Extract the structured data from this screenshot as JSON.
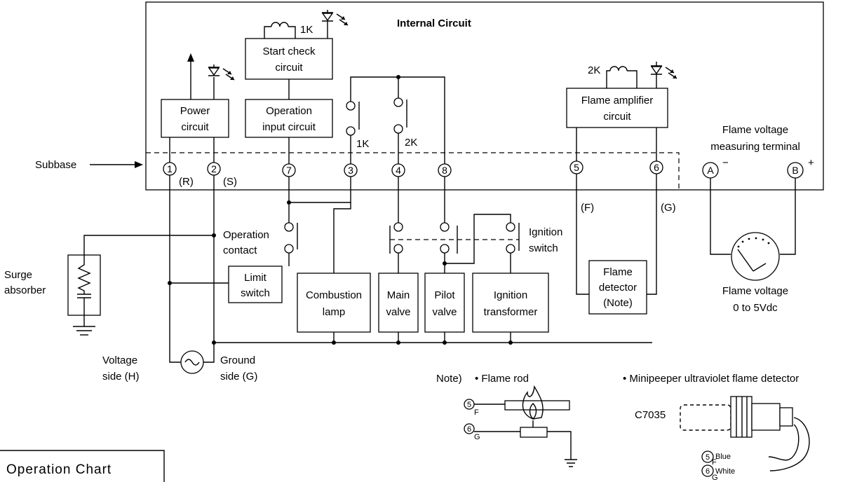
{
  "title": "Internal Circuit",
  "subbase_label": "Subbase",
  "blocks": {
    "power_circuit": [
      "Power",
      "circuit"
    ],
    "start_check": [
      "Start check",
      "circuit"
    ],
    "operation_input": [
      "Operation",
      "input circuit"
    ],
    "flame_amplifier": [
      "Flame amplifier",
      "circuit"
    ],
    "limit_switch": [
      "Limit",
      "switch"
    ],
    "combustion_lamp": [
      "Combustion",
      "lamp"
    ],
    "main_valve": [
      "Main",
      "valve"
    ],
    "pilot_valve": [
      "Pilot",
      "valve"
    ],
    "ignition_transformer": [
      "Ignition",
      "transformer"
    ],
    "flame_detector": [
      "Flame",
      "detector",
      "(Note)"
    ]
  },
  "relay_labels": {
    "k1": "1K",
    "k2": "2K"
  },
  "terminals": {
    "t1": "1",
    "t2": "2",
    "t7": "7",
    "t3": "3",
    "t4": "4",
    "t8": "8",
    "t5": "5",
    "t6": "6",
    "ta": "A",
    "tb": "B"
  },
  "terminal_suffix": {
    "r": "(R)",
    "s": "(S)",
    "f": "(F)",
    "g": "(G)"
  },
  "polarity": {
    "minus": "−",
    "plus": "+"
  },
  "flame_voltage_terminal": [
    "Flame voltage",
    "measuring terminal"
  ],
  "flame_voltage_meter": [
    "Flame voltage",
    "0 to 5Vdc"
  ],
  "operation_contact": [
    "Operation",
    "contact"
  ],
  "ignition_switch": [
    "Ignition",
    "switch"
  ],
  "surge_absorber": [
    "Surge",
    "absorber"
  ],
  "voltage_side": [
    "Voltage",
    "side (H)"
  ],
  "ground_side": [
    "Ground",
    "side (G)"
  ],
  "note": {
    "prefix": "Note)",
    "flame_rod": "• Flame rod",
    "minipeeper": "• Minipeeper ultraviolet flame detector",
    "model": "C7035",
    "t5": "5",
    "t6": "6",
    "f_sub": "F",
    "g_sub": "G",
    "blue": "Blue",
    "white": "White"
  },
  "operation_chart_tab": "Operation Chart"
}
